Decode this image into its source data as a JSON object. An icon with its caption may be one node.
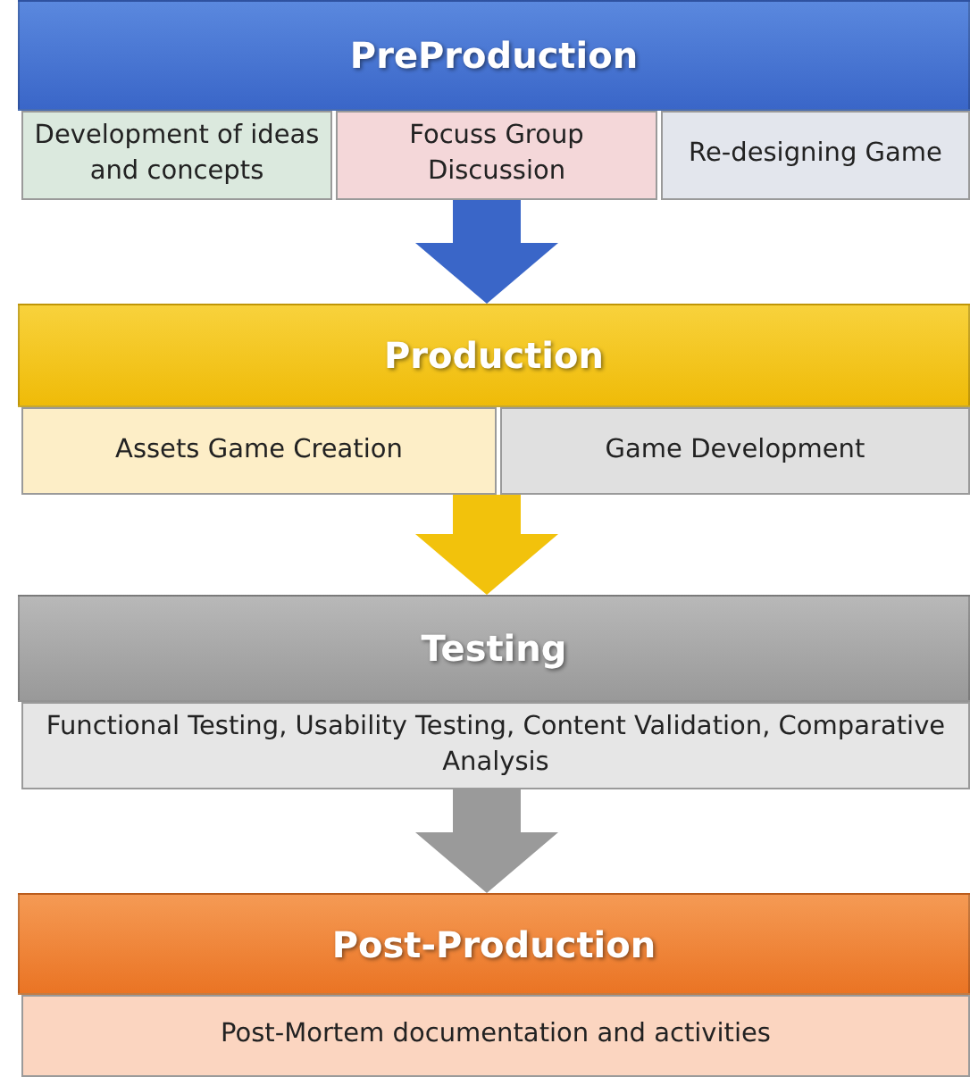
{
  "diagram": {
    "nodes": [
      {
        "text": [
          "PreProduction"
        ]
      },
      {
        "text": [
          "Development of ideas and concepts"
        ]
      },
      {
        "text": [
          "Focuss Group Discussion"
        ]
      },
      {
        "text": [
          "Re-designing Game"
        ]
      },
      {
        "text": [
          "Production"
        ]
      },
      {
        "text": [
          "Assets Game Creation"
        ]
      },
      {
        "text": [
          "Game Development"
        ]
      },
      {
        "text": [
          "Testing"
        ]
      },
      {
        "text": [
          "Functional Testing, Usability Testing, Content Validation, Comparative Analysis"
        ]
      },
      {
        "text": [
          "Post-Production"
        ]
      },
      {
        "text": [
          "Post-Mortem documentation and activities"
        ]
      }
    ],
    "edges": [
      {
        "from": 2,
        "to": 4,
        "arrow": "to",
        "color": "#3a66c8"
      },
      {
        "from": 5,
        "to": 7,
        "arrow": "to",
        "color": "#f2c20c"
      },
      {
        "from": 8,
        "to": 9,
        "arrow": "to",
        "color": "#9a9a9a"
      }
    ]
  }
}
